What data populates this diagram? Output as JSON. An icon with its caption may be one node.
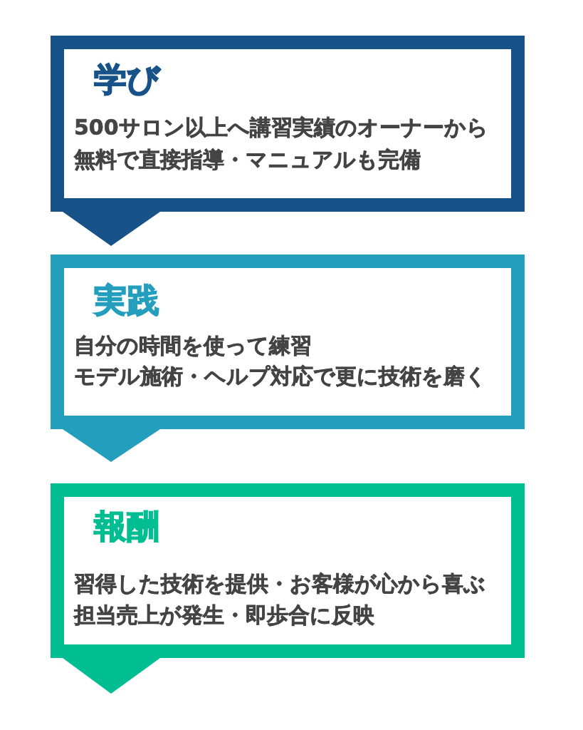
{
  "diagram": {
    "nodes": [
      {
        "text": [
          "学び",
          "500サロン以上へ講習実績のオーナーから",
          "無料で直接指導・マニュアルも完備"
        ]
      },
      {
        "text": [
          "実践",
          "自分の時間を使って練習",
          "モデル施術・ヘルプ対応で更に技術を磨く"
        ]
      },
      {
        "text": [
          "報酬",
          "習得した技術を提供・お客様が心から喜ぶ",
          "担当売上が発生・即歩合に反映"
        ]
      }
    ],
    "edges": [
      {
        "from": 0,
        "to": 1,
        "arrow": "to",
        "color": "#175289"
      },
      {
        "from": 1,
        "to": 2,
        "arrow": "to",
        "color": "#239fbd"
      }
    ]
  }
}
